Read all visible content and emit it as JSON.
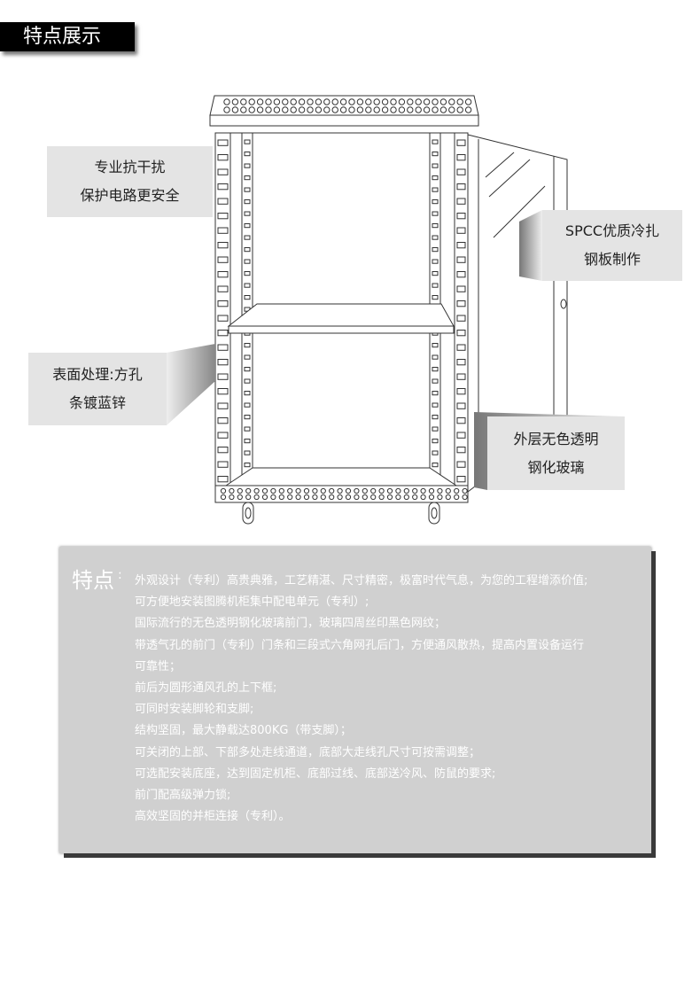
{
  "header": {
    "title": "特点展示"
  },
  "callouts": [
    {
      "lines": [
        "专业抗干扰",
        "保护电路更安全"
      ]
    },
    {
      "lines": [
        "SPCC优质冷扎",
        "钢板制作"
      ]
    },
    {
      "lines": [
        "表面处理:方孔",
        "条镀蓝锌"
      ]
    },
    {
      "lines": [
        "外层无色透明",
        "钢化玻璃"
      ]
    }
  ],
  "features": {
    "heading": "特点",
    "colon": ":",
    "items": [
      "外观设计（专利）高贵典雅，工艺精湛、尺寸精密，极富时代气息，为您的工程增添价值;",
      "可方便地安装图腾机柜集中配电单元（专利）;",
      "国际流行的无色透明钢化玻璃前门，玻璃四周丝印黑色网纹；",
      "带透气孔的前门（专利）门条和三段式六角网孔后门，方便通风散热，提高内置设备运行",
      "可靠性；",
      "前后为圆形通风孔的上下框;",
      "可同时安装脚轮和支脚;",
      "结构坚固，最大静载达800KG（带支脚）；",
      "可关闭的上部、下部多处走线通道，底部大走线孔尺寸可按需调整；",
      "可选配安装底座，达到固定机柜、底部过线、底部送冷风、防鼠的要求;",
      "前门配高级弹力锁;",
      "高效坚固的并柜连接（专利）。"
    ]
  },
  "colors": {
    "line": "#333333",
    "callout_bg": "#e4e4e4",
    "panel_bg": "#d0d0d0"
  }
}
